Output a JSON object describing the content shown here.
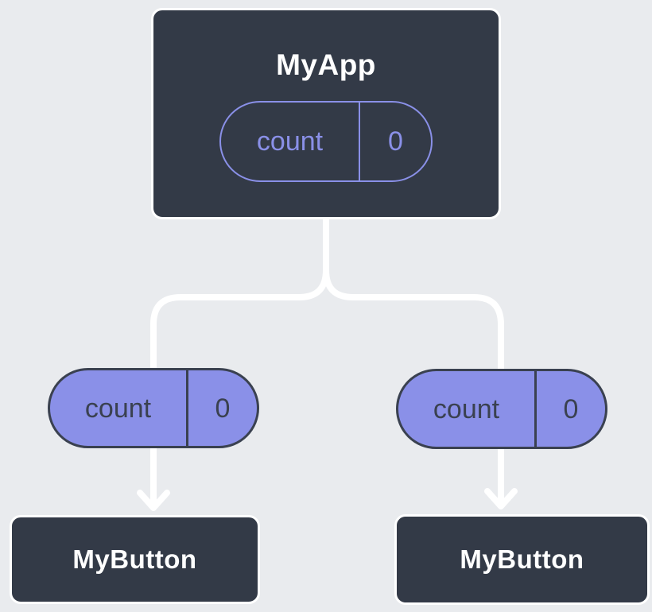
{
  "diagram": {
    "background_color": "#E9EBEE",
    "colors": {
      "node_fill": "#333A47",
      "node_border": "#FFFFFF",
      "accent": "#8A90E8",
      "pill_dark": "#3A4150",
      "connector": "#FFFFFF"
    },
    "root": {
      "title": "MyApp",
      "state": {
        "name": "count",
        "value": "0"
      }
    },
    "children": [
      {
        "title": "MyButton",
        "prop": {
          "name": "count",
          "value": "0"
        }
      },
      {
        "title": "MyButton",
        "prop": {
          "name": "count",
          "value": "0"
        }
      }
    ]
  }
}
